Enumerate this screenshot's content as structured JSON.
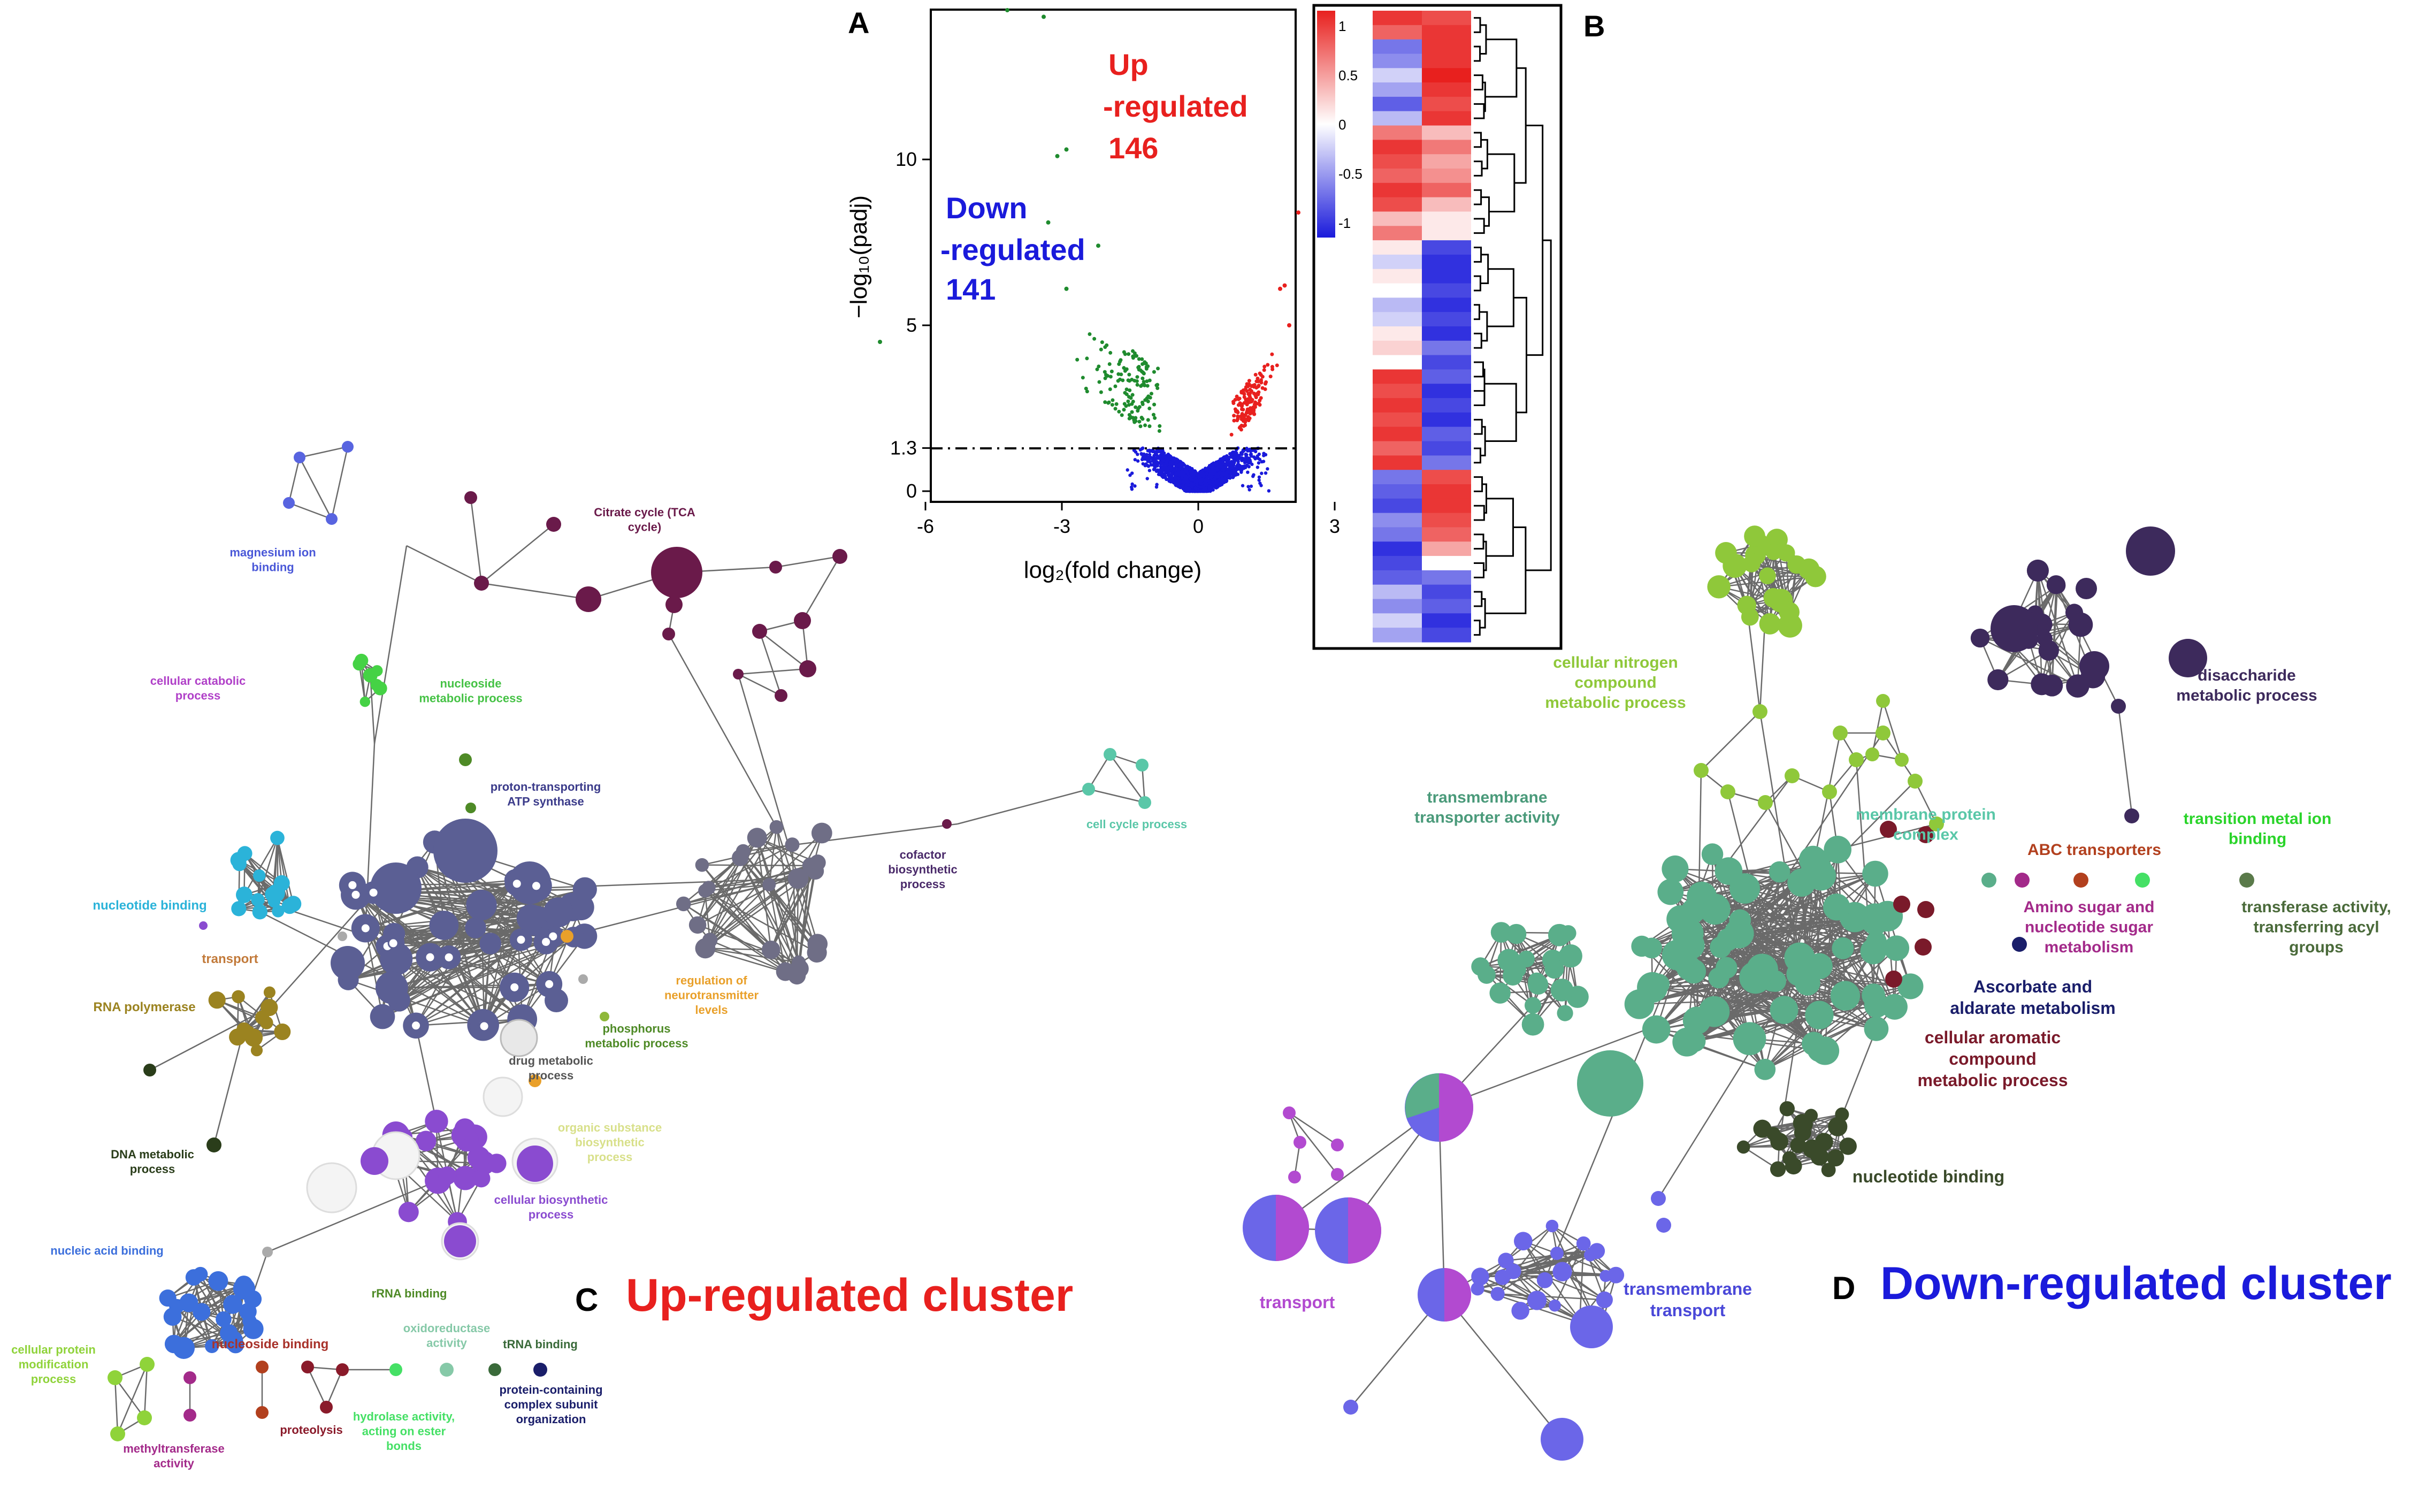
{
  "panel_letters": {
    "a": "A",
    "b": "B",
    "c": "C",
    "d": "D"
  },
  "colors": {
    "up": "#e8201e",
    "down": "#1a1adb",
    "nodeGrey": "#6f6e86",
    "edge": "#555555",
    "upHub": "#5b5f94",
    "downHub": "#5aae8a",
    "purple": "#8a4bd0",
    "downPurple": "#3d2a5c"
  },
  "volcano": {
    "xlabel": "log₂(fold change)",
    "ylabel": "−log₁₀(padj)",
    "x_ticks": [
      "-6",
      "-3",
      "0",
      "3"
    ],
    "y_ticks": [
      "0",
      "1.3",
      "5",
      "10"
    ],
    "threshold": 1.3,
    "up_text": [
      "Up",
      "-regulated",
      "146"
    ],
    "down_text": [
      "Down",
      "-regulated",
      "141"
    ]
  },
  "heatmap": {
    "colorbar_ticks": [
      "1",
      "0.5",
      "0",
      "-0.5",
      "-1"
    ],
    "col1": [
      0.9,
      0.7,
      -0.6,
      -0.5,
      -0.2,
      -0.4,
      -0.7,
      -0.3,
      0.6,
      0.9,
      0.8,
      0.7,
      0.9,
      0.8,
      0.3,
      0.6,
      0.1,
      -0.2,
      0.1,
      0.0,
      -0.3,
      -0.2,
      0.1,
      0.2,
      0.0,
      0.9,
      0.8,
      0.9,
      0.8,
      0.9,
      0.7,
      0.9,
      -0.6,
      -0.7,
      -0.8,
      -0.5,
      -0.6,
      -0.9,
      -0.8,
      -0.7,
      -0.3,
      -0.5,
      -0.2,
      -0.4
    ],
    "col2": [
      0.8,
      0.9,
      0.9,
      0.9,
      1.0,
      0.9,
      0.8,
      0.9,
      0.3,
      0.6,
      0.4,
      0.5,
      0.7,
      0.3,
      0.1,
      0.1,
      -0.8,
      -0.9,
      -0.9,
      -0.8,
      -0.9,
      -0.8,
      -0.9,
      -0.6,
      -0.8,
      -0.7,
      -0.9,
      -0.8,
      -0.9,
      -0.7,
      -0.8,
      -0.6,
      0.8,
      0.9,
      0.9,
      0.8,
      0.7,
      0.4,
      0.0,
      -0.6,
      -0.8,
      -0.7,
      -0.9,
      -0.8
    ]
  },
  "up_cluster": {
    "title": "Up-regulated cluster",
    "labels": {
      "magnesium": [
        "magnesium ion",
        "binding"
      ],
      "citrate": [
        "Citrate cycle (TCA",
        "cycle)"
      ],
      "catabolic": [
        "cellular catabolic",
        "process"
      ],
      "nucleoside_met": [
        "nucleoside",
        "metabolic process"
      ],
      "proton": [
        "proton-transporting",
        "ATP synthase"
      ],
      "cellcycle": [
        "cell cycle process"
      ],
      "nucleotide": [
        "nucleotide binding"
      ],
      "cofactor": [
        "cofactor",
        "biosynthetic",
        "process"
      ],
      "transport": [
        "transport"
      ],
      "neuro": [
        "regulation of",
        "neurotransmitter",
        "levels"
      ],
      "rnapol": [
        "RNA polymerase"
      ],
      "phosphorus": [
        "phosphorus",
        "metabolic process"
      ],
      "drug": [
        "drug metabolic",
        "process"
      ],
      "organic": [
        "organic substance",
        "biosynthetic",
        "process"
      ],
      "dnamet": [
        "DNA metabolic",
        "process"
      ],
      "cellbio": [
        "cellular biosynthetic",
        "process"
      ],
      "nucleic": [
        "nucleic acid binding"
      ],
      "rrna": [
        "rRNA binding"
      ],
      "nucleoside_bind": [
        "nucleoside binding"
      ],
      "oxidored": [
        "oxidoreductase",
        "activity"
      ],
      "trna": [
        "tRNA binding"
      ],
      "protmod": [
        "cellular protein",
        "modification",
        "process"
      ],
      "methyl": [
        "methyltransferase",
        "activity"
      ],
      "proteolysis": [
        "proteolysis"
      ],
      "hydrolase": [
        "hydrolase activity,",
        "acting on ester",
        "bonds"
      ],
      "protcomplex": [
        "protein-containing",
        "complex subunit",
        "organization"
      ]
    }
  },
  "down_cluster": {
    "title": "Down-regulated cluster",
    "labels": {
      "nitrogen": [
        "cellular nitrogen",
        "compound",
        "metabolic process"
      ],
      "disaccharide": [
        "disaccharide",
        "metabolic process"
      ],
      "tmtransporter": [
        "transmembrane",
        "transporter activity"
      ],
      "membrane": [
        "membrane protein",
        "complex"
      ],
      "transition": [
        "transition metal ion",
        "binding"
      ],
      "abc": [
        "ABC transporters"
      ],
      "aminosugar": [
        "Amino sugar and",
        "nucleotide sugar",
        "metabolism"
      ],
      "transferase": [
        "transferase activity,",
        "transferring acyl",
        "groups"
      ],
      "ascorbate": [
        "Ascorbate and",
        "aldarate metabolism"
      ],
      "aromatic": [
        "cellular aromatic",
        "compound",
        "metabolic process"
      ],
      "nucbinding": [
        "nucleotide binding"
      ],
      "transport": [
        "transport"
      ],
      "tmtransport": [
        "transmembrane",
        "transport"
      ]
    }
  }
}
